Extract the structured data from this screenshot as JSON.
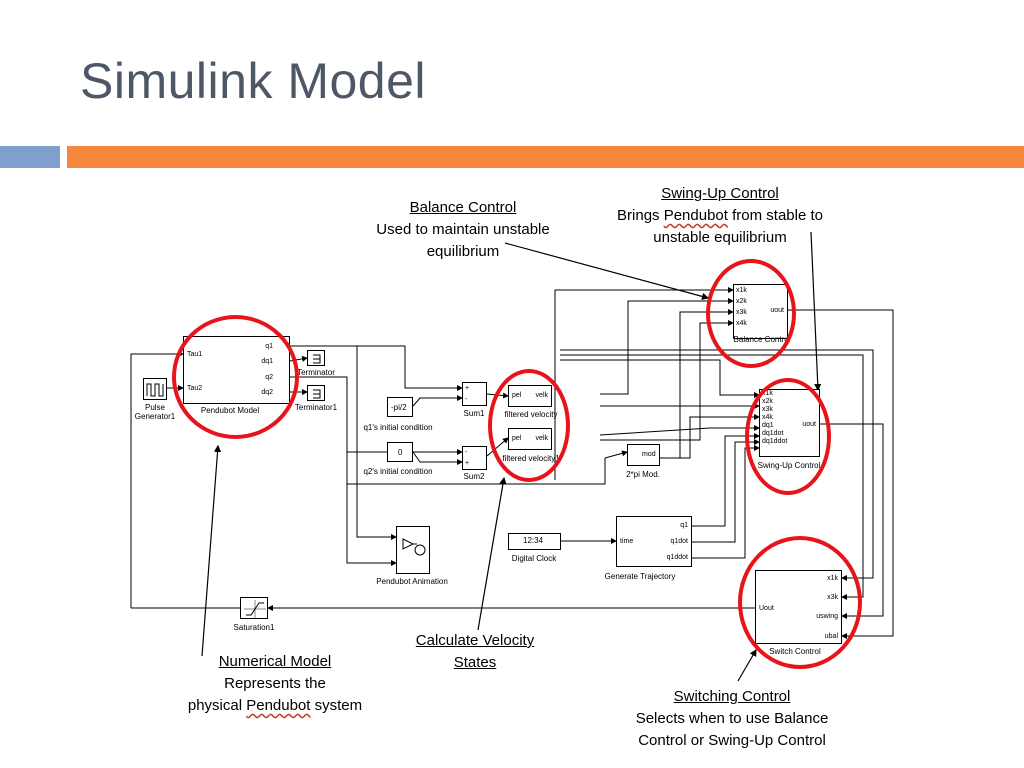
{
  "slide": {
    "title": "Simulink Model",
    "accent_blue": "#7f9fce",
    "accent_orange": "#f5873c",
    "title_color": "#4d5766",
    "highlight_color": "#e8141c"
  },
  "annotations": {
    "balance": {
      "heading": "Balance Control",
      "line1": "Used to maintain unstable",
      "line2": "equilibrium"
    },
    "swing": {
      "heading": "Swing-Up Control",
      "line1_a": "Brings ",
      "line1_b": "Pendubot",
      "line1_c": " from stable to",
      "line2": "unstable equilibrium"
    },
    "numerical": {
      "heading": "Numerical Model",
      "line1": "Represents the",
      "line2_a": "physical ",
      "line2_b": "Pendubot",
      "line2_c": " system"
    },
    "velocity": {
      "heading_line1": "Calculate Velocity",
      "heading_line2": "States"
    },
    "switching": {
      "heading": "Switching Control",
      "line1": "Selects when to use Balance",
      "line2": "Control or Swing-Up Control"
    }
  },
  "blocks": {
    "pendubot": {
      "name": "Pendubot Model",
      "in1": "Tau1",
      "in2": "Tau2",
      "out1": "q1",
      "out2": "dq1",
      "out3": "q2",
      "out4": "dq2"
    },
    "pulse": {
      "name_line1": "Pulse",
      "name_line2": "Generator1",
      "icon": "pulse-wave-icon"
    },
    "terminator": {
      "name": "Terminator"
    },
    "terminator1": {
      "name": "Terminator1"
    },
    "const_q1": {
      "value": "-pi/2",
      "name": "q1's initial condition"
    },
    "const_q2": {
      "value": "0",
      "name": "q2's initial condition"
    },
    "sum1": {
      "name": "Sum1",
      "sign1": "+",
      "sign2": "-"
    },
    "sum2": {
      "name": "Sum2",
      "sign1": "-",
      "sign2": "+"
    },
    "fv1": {
      "name": "filtered velocity",
      "in": "pel",
      "out": "velk"
    },
    "fv2": {
      "name": "filtered velocity1",
      "in": "pel",
      "out": "velk"
    },
    "mod": {
      "name": "2*pi Mod.",
      "label": "mod"
    },
    "animation": {
      "name": "Pendubot Animation",
      "icon": "pendulum-animation-icon"
    },
    "clock": {
      "value": "12:34",
      "name": "Digital Clock"
    },
    "trajectory": {
      "name": "Generate Trajectory",
      "in": "time",
      "out1": "q1",
      "out2": "q1dot",
      "out3": "q1ddot"
    },
    "balance": {
      "name": "Balance Control",
      "in1": "x1k",
      "in2": "x2k",
      "in3": "x3k",
      "in4": "x4k",
      "out": "uout"
    },
    "swing": {
      "name": "Swing-Up Control",
      "in1": "x1k",
      "in2": "x2k",
      "in3": "x3k",
      "in4": "x4k",
      "in5": "dq1",
      "in6": "dq1dot",
      "in7": "dq1ddot",
      "out": "uout"
    },
    "switch": {
      "name": "Switch Control",
      "in1": "x1k",
      "in2": "x3k",
      "in3": "uswing",
      "in4": "ubal",
      "out": "Uout"
    },
    "saturation": {
      "name": "Saturation1",
      "icon": "saturation-icon"
    }
  }
}
